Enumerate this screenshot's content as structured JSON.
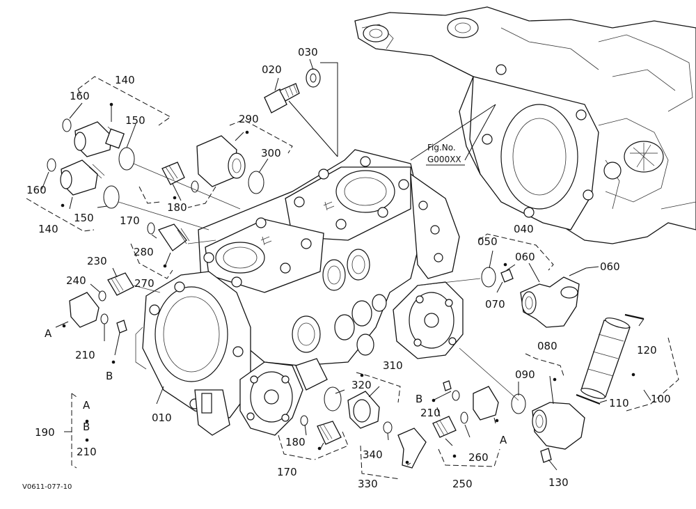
{
  "figure": {
    "fig_label_line1": "Fig.No.",
    "fig_label_line2": "G000XX",
    "drawing_code": "V0611-077-10"
  },
  "legend": {
    "number": "190",
    "line_a": "A",
    "line_b": "B",
    "line_c": "210"
  },
  "callouts": [
    {
      "id": "c010",
      "text": "010"
    },
    {
      "id": "c020",
      "text": "020"
    },
    {
      "id": "c030",
      "text": "030"
    },
    {
      "id": "c040",
      "text": "040"
    },
    {
      "id": "c050",
      "text": "050"
    },
    {
      "id": "c060a",
      "text": "060"
    },
    {
      "id": "c060b",
      "text": "060"
    },
    {
      "id": "c070",
      "text": "070"
    },
    {
      "id": "c080",
      "text": "080"
    },
    {
      "id": "c090",
      "text": "090"
    },
    {
      "id": "c100",
      "text": "100"
    },
    {
      "id": "c110",
      "text": "110"
    },
    {
      "id": "c120",
      "text": "120"
    },
    {
      "id": "c130",
      "text": "130"
    },
    {
      "id": "c140a",
      "text": "140"
    },
    {
      "id": "c140b",
      "text": "140"
    },
    {
      "id": "c150a",
      "text": "150"
    },
    {
      "id": "c150b",
      "text": "150"
    },
    {
      "id": "c160a",
      "text": "160"
    },
    {
      "id": "c160b",
      "text": "160"
    },
    {
      "id": "c170a",
      "text": "170"
    },
    {
      "id": "c170b",
      "text": "170"
    },
    {
      "id": "c180a",
      "text": "180"
    },
    {
      "id": "c180b",
      "text": "180"
    },
    {
      "id": "c210a",
      "text": "210"
    },
    {
      "id": "c210b",
      "text": "210"
    },
    {
      "id": "c230",
      "text": "230"
    },
    {
      "id": "c240",
      "text": "240"
    },
    {
      "id": "c250",
      "text": "250"
    },
    {
      "id": "c260",
      "text": "260"
    },
    {
      "id": "c270",
      "text": "270"
    },
    {
      "id": "c280",
      "text": "280"
    },
    {
      "id": "c290",
      "text": "290"
    },
    {
      "id": "c300",
      "text": "300"
    },
    {
      "id": "c310",
      "text": "310"
    },
    {
      "id": "c320",
      "text": "320"
    },
    {
      "id": "c330",
      "text": "330"
    },
    {
      "id": "c340",
      "text": "340"
    },
    {
      "id": "cA1",
      "text": "A"
    },
    {
      "id": "cB1",
      "text": "B"
    },
    {
      "id": "cA2",
      "text": "A"
    },
    {
      "id": "cB2",
      "text": "B"
    }
  ]
}
